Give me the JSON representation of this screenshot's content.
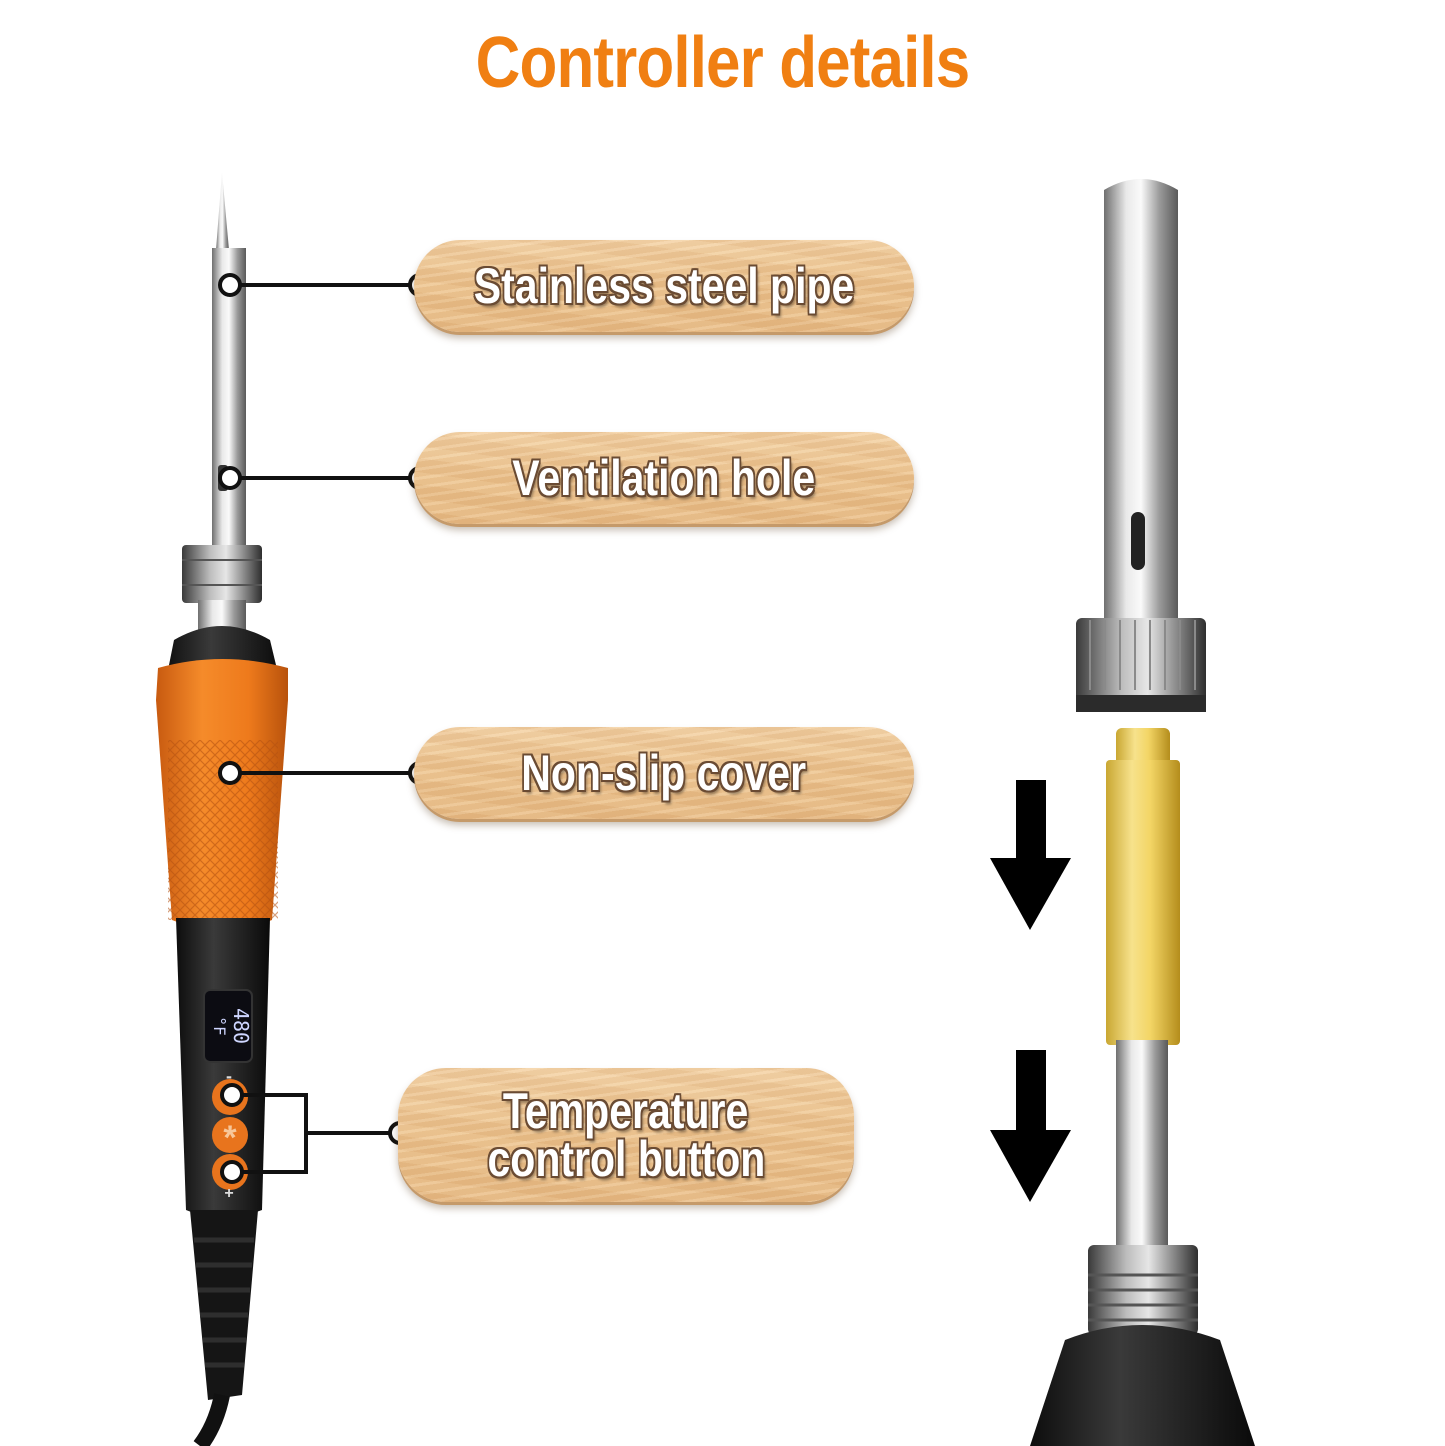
{
  "title": "Controller details",
  "labels": [
    {
      "id": "stainless",
      "text": "Stainless steel pipe"
    },
    {
      "id": "ventilation",
      "text": "Ventilation hole"
    },
    {
      "id": "nonslip",
      "text": "Non-slip cover"
    },
    {
      "id": "tempbutton",
      "line1": "Temperature",
      "line2": "control button"
    }
  ],
  "display": {
    "line1": "480",
    "line2": "°F"
  },
  "buttons": {
    "minus": "-",
    "star": "*",
    "plus": "+"
  },
  "colors": {
    "accent": "#f07f12",
    "pillWood": "#edc48f",
    "handle": "#ee7d1e"
  }
}
